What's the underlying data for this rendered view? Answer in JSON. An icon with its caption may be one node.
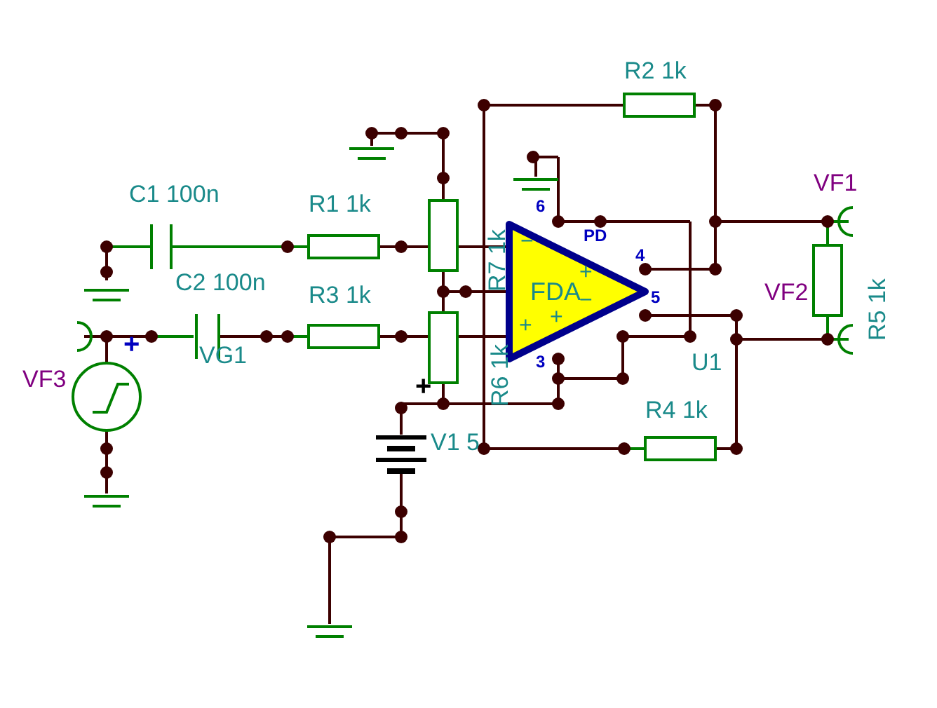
{
  "diagram": {
    "nodes": [
      {
        "text": [
          "FDA",
          "−",
          "+",
          "+",
          "−",
          "+"
        ],
        "beside": [
          "6",
          "PD",
          "4",
          "5",
          "3"
        ]
      }
    ],
    "labels": [
      "C1 100n",
      "R1 1k",
      "C2 100n",
      "VG1",
      "R3 1k",
      "R7 1k",
      "R6 1k",
      "R2 1k",
      "VF1",
      "R5 1k",
      "VF2",
      "VF3",
      "U1",
      "R4 1k",
      "V1 5",
      "+",
      "+"
    ]
  }
}
